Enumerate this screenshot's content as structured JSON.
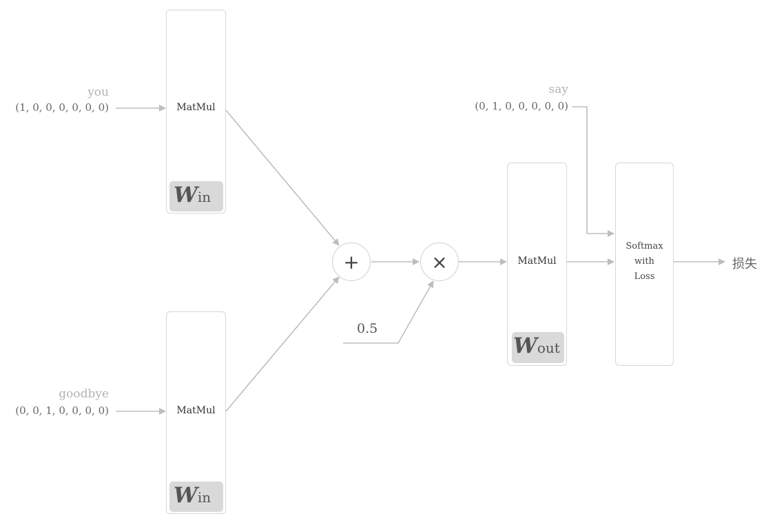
{
  "diagram": {
    "inputs": [
      {
        "word": "you",
        "vector": "(1, 0, 0, 0, 0, 0, 0)"
      },
      {
        "word": "goodbye",
        "vector": "(0, 0, 1, 0, 0, 0, 0)"
      }
    ],
    "target": {
      "word": "say",
      "vector": "(0, 1, 0, 0, 0, 0, 0)"
    },
    "layers": {
      "in_matmul_top": {
        "label": "MatMul",
        "weight": "W",
        "weight_sub": "in"
      },
      "in_matmul_bottom": {
        "label": "MatMul",
        "weight": "W",
        "weight_sub": "in"
      },
      "out_matmul": {
        "label": "MatMul",
        "weight": "W",
        "weight_sub": "out"
      },
      "softmax": {
        "line1": "Softmax",
        "line2": "with",
        "line3": "Loss"
      }
    },
    "ops": {
      "add": "+",
      "multiply": "×",
      "scalar": "0.5"
    },
    "output": {
      "label": "损失"
    },
    "colors": {
      "line": "#bdbdbd",
      "box_border": "#d6d6d6",
      "badge": "#d9d9d9"
    }
  }
}
